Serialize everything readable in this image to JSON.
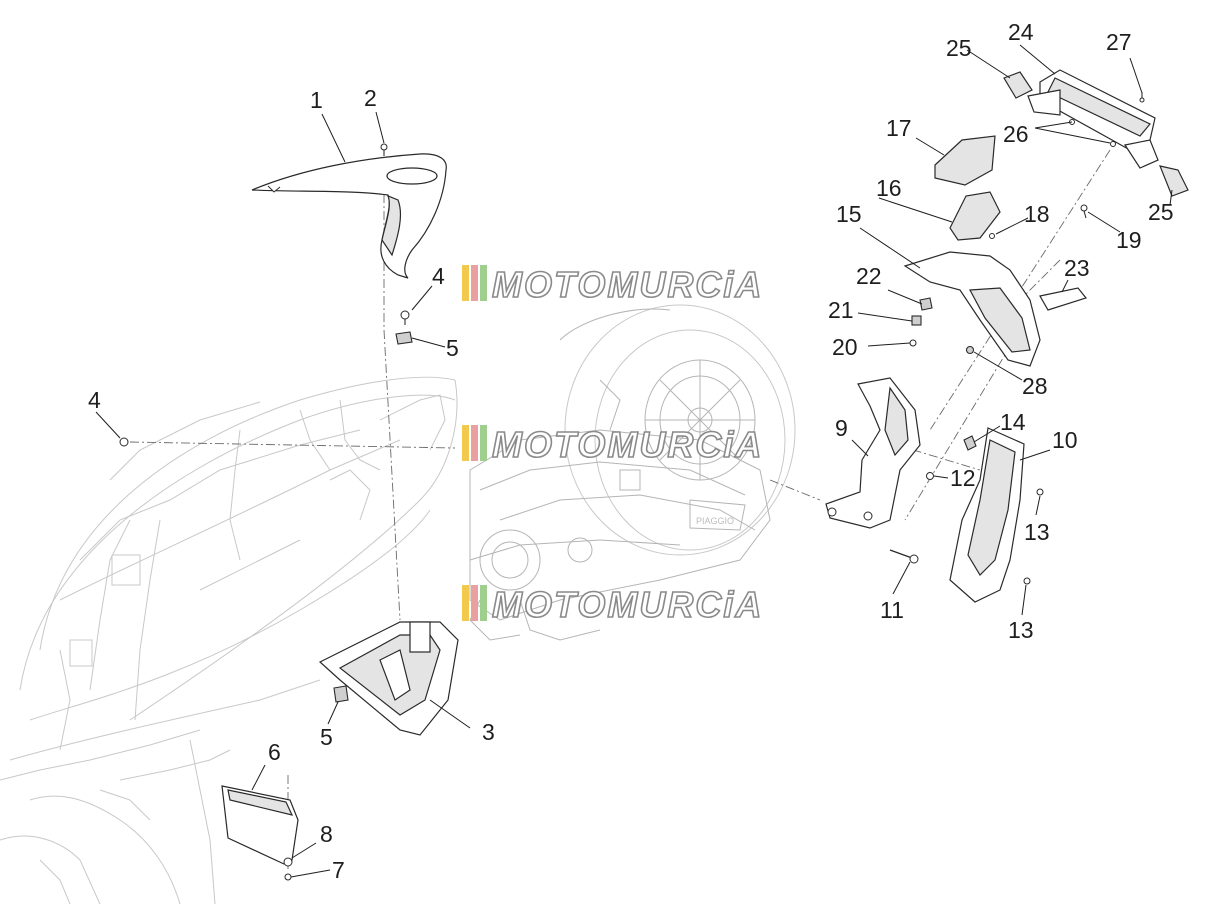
{
  "watermark": {
    "text": "MOTOMURCiA",
    "stripe_colors": [
      "#f2c94c",
      "#e8a0a0",
      "#9fcf8f"
    ]
  },
  "callouts": [
    "1",
    "2",
    "3",
    "4",
    "4",
    "5",
    "5",
    "6",
    "7",
    "8",
    "9",
    "10",
    "11",
    "12",
    "13",
    "13",
    "14",
    "15",
    "16",
    "17",
    "18",
    "19",
    "20",
    "21",
    "22",
    "23",
    "24",
    "25",
    "25",
    "26",
    "27",
    "28"
  ]
}
